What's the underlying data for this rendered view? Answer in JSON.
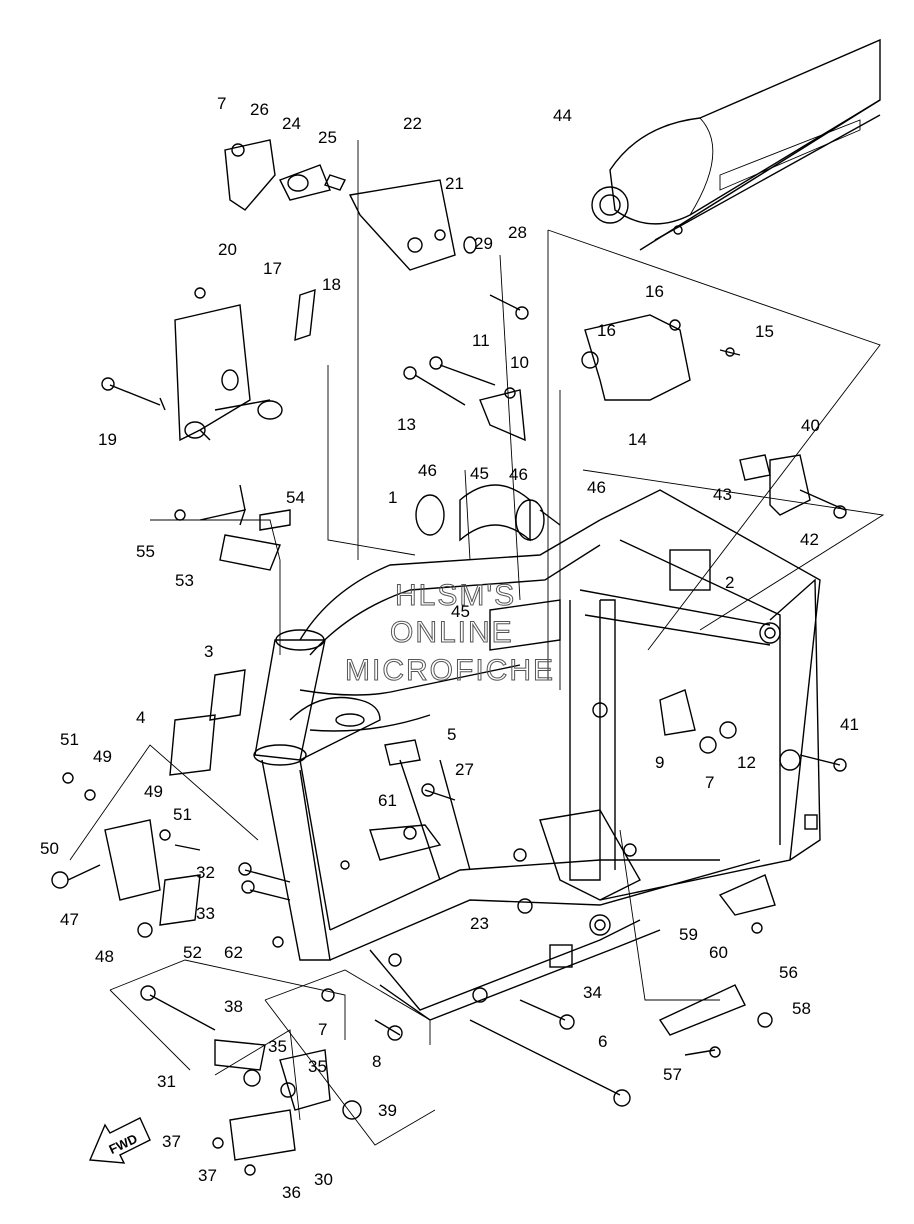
{
  "watermark": [
    "HLSM'S",
    "ONLINE",
    "MICROFICHE"
  ],
  "direction_arrow": "FWD",
  "callouts": [
    {
      "id": "c1",
      "text": "1"
    },
    {
      "id": "c2",
      "text": "2"
    },
    {
      "id": "c3",
      "text": "3"
    },
    {
      "id": "c4",
      "text": "4"
    },
    {
      "id": "c5",
      "text": "5"
    },
    {
      "id": "c6",
      "text": "6"
    },
    {
      "id": "c7a",
      "text": "7"
    },
    {
      "id": "c7b",
      "text": "7"
    },
    {
      "id": "c7c",
      "text": "7"
    },
    {
      "id": "c8",
      "text": "8"
    },
    {
      "id": "c9",
      "text": "9"
    },
    {
      "id": "c10",
      "text": "10"
    },
    {
      "id": "c11",
      "text": "11"
    },
    {
      "id": "c12",
      "text": "12"
    },
    {
      "id": "c13",
      "text": "13"
    },
    {
      "id": "c14",
      "text": "14"
    },
    {
      "id": "c15",
      "text": "15"
    },
    {
      "id": "c16a",
      "text": "16"
    },
    {
      "id": "c16b",
      "text": "16"
    },
    {
      "id": "c17",
      "text": "17"
    },
    {
      "id": "c18",
      "text": "18"
    },
    {
      "id": "c19",
      "text": "19"
    },
    {
      "id": "c20",
      "text": "20"
    },
    {
      "id": "c21",
      "text": "21"
    },
    {
      "id": "c22",
      "text": "22"
    },
    {
      "id": "c23",
      "text": "23"
    },
    {
      "id": "c24",
      "text": "24"
    },
    {
      "id": "c25",
      "text": "25"
    },
    {
      "id": "c26",
      "text": "26"
    },
    {
      "id": "c27",
      "text": "27"
    },
    {
      "id": "c28",
      "text": "28"
    },
    {
      "id": "c29",
      "text": "29"
    },
    {
      "id": "c30",
      "text": "30"
    },
    {
      "id": "c31",
      "text": "31"
    },
    {
      "id": "c32",
      "text": "32"
    },
    {
      "id": "c33",
      "text": "33"
    },
    {
      "id": "c34",
      "text": "34"
    },
    {
      "id": "c35a",
      "text": "35"
    },
    {
      "id": "c35b",
      "text": "35"
    },
    {
      "id": "c36",
      "text": "36"
    },
    {
      "id": "c37a",
      "text": "37"
    },
    {
      "id": "c37b",
      "text": "37"
    },
    {
      "id": "c38",
      "text": "38"
    },
    {
      "id": "c39",
      "text": "39"
    },
    {
      "id": "c40",
      "text": "40"
    },
    {
      "id": "c41",
      "text": "41"
    },
    {
      "id": "c42",
      "text": "42"
    },
    {
      "id": "c43",
      "text": "43"
    },
    {
      "id": "c44",
      "text": "44"
    },
    {
      "id": "c45a",
      "text": "45"
    },
    {
      "id": "c45b",
      "text": "45"
    },
    {
      "id": "c46a",
      "text": "46"
    },
    {
      "id": "c46b",
      "text": "46"
    },
    {
      "id": "c46c",
      "text": "46"
    },
    {
      "id": "c47",
      "text": "47"
    },
    {
      "id": "c48",
      "text": "48"
    },
    {
      "id": "c49a",
      "text": "49"
    },
    {
      "id": "c49b",
      "text": "49"
    },
    {
      "id": "c50",
      "text": "50"
    },
    {
      "id": "c51a",
      "text": "51"
    },
    {
      "id": "c51b",
      "text": "51"
    },
    {
      "id": "c52",
      "text": "52"
    },
    {
      "id": "c53",
      "text": "53"
    },
    {
      "id": "c54",
      "text": "54"
    },
    {
      "id": "c55",
      "text": "55"
    },
    {
      "id": "c56",
      "text": "56"
    },
    {
      "id": "c57",
      "text": "57"
    },
    {
      "id": "c58",
      "text": "58"
    },
    {
      "id": "c59",
      "text": "59"
    },
    {
      "id": "c60",
      "text": "60"
    },
    {
      "id": "c61",
      "text": "61"
    },
    {
      "id": "c62",
      "text": "62"
    }
  ]
}
